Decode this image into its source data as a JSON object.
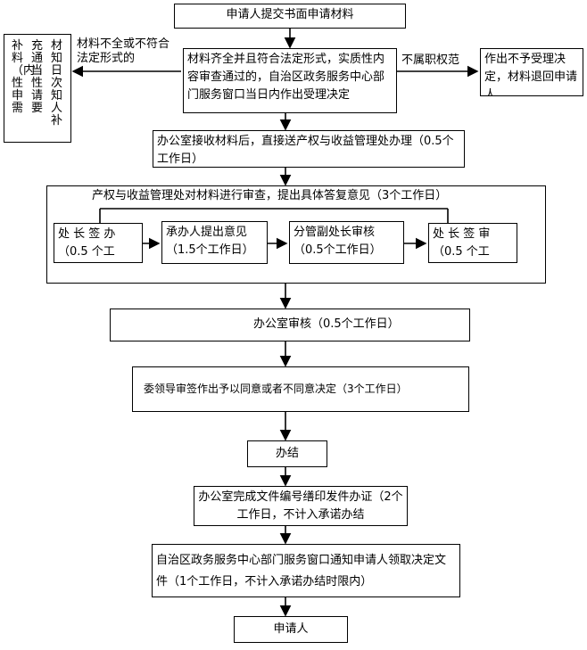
{
  "nodes": {
    "submit": "申请人提交书面申请材料",
    "accept_review": "材料齐全并且符合法定形式，实质性内容审查通过的，自治区政务服务中心部门服务窗口当日内作出受理决定",
    "reject": "作出不予受理决定，材料退回申请人",
    "supplement_col1": "补料（内性申需",
    "supplement_col2": "充通当性请要",
    "supplement_col3": "材知日次知人补",
    "office_forward": "办公室接收材料后，直接送产权与收益管理处办理（0.5个工作日）",
    "dept_review_title": "产权与收益管理处对材料进行审查，提出具体答复意见（3个工作日）",
    "sub_head_sign": "处 长 签 办 （0.5 个工",
    "sub_handler": "承办人提出意见（1.5个工作日）",
    "sub_deputy": "分管副处长审核（0.5个工作日）",
    "sub_head_sign2": "处 长 签 审 （0.5 个工",
    "office_audit": "办公室审核（0.5个工作日）",
    "leader_sign": "委领导审签作出予以同意或者不同意决定（3个工作日）",
    "done": "办结",
    "issue_cert": "办公室完成文件编号缮印发件办证（2个工作日，不计入承诺办结",
    "notify": "自治区政务服务中心部门服务窗口通知申请人领取决定文件（1个工作日，不计入承诺办结时限内）",
    "applicant": "申请人"
  },
  "edges": {
    "incomplete": "材料不全或不符合法定形式的",
    "out_of_scope": "不属职权范"
  }
}
